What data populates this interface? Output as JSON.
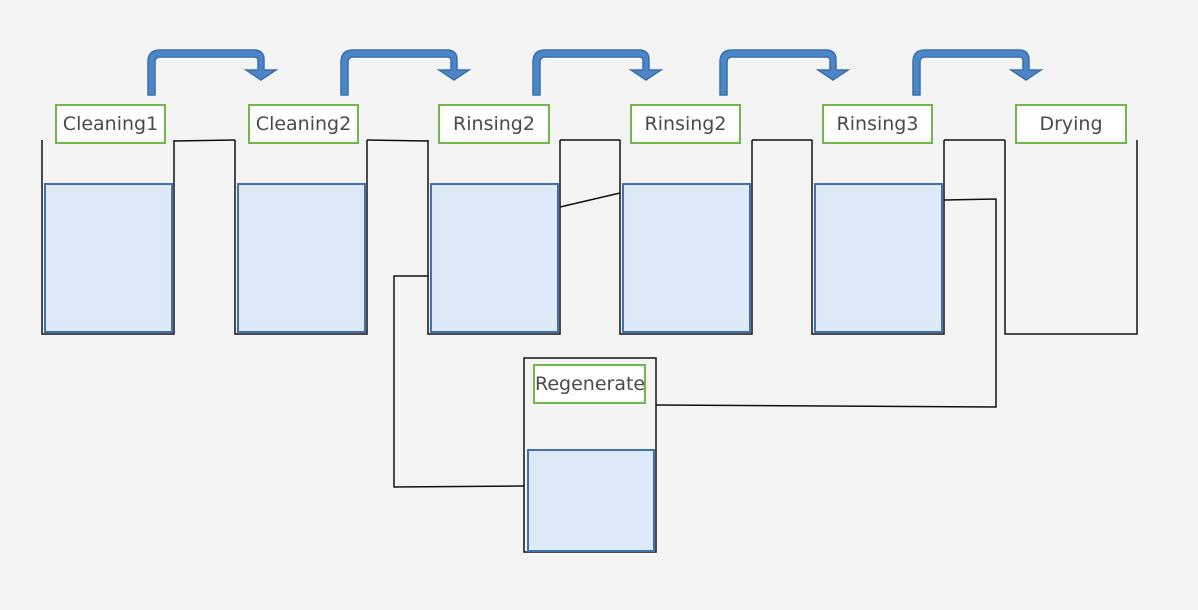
{
  "stages": [
    {
      "label": "Cleaning1"
    },
    {
      "label": "Cleaning2"
    },
    {
      "label": "Rinsing2"
    },
    {
      "label": "Rinsing2"
    },
    {
      "label": "Rinsing3"
    },
    {
      "label": "Drying"
    }
  ],
  "regenerate": {
    "label": "Regenerate"
  },
  "colors": {
    "liquid_fill": "#dde9f6",
    "liquid_border": "#3f72ad",
    "label_border": "#70b84a",
    "arrow": "#4a86c8",
    "arrow_edge": "#3a6fa8",
    "line": "#111111",
    "background": "#f4f4f4"
  }
}
